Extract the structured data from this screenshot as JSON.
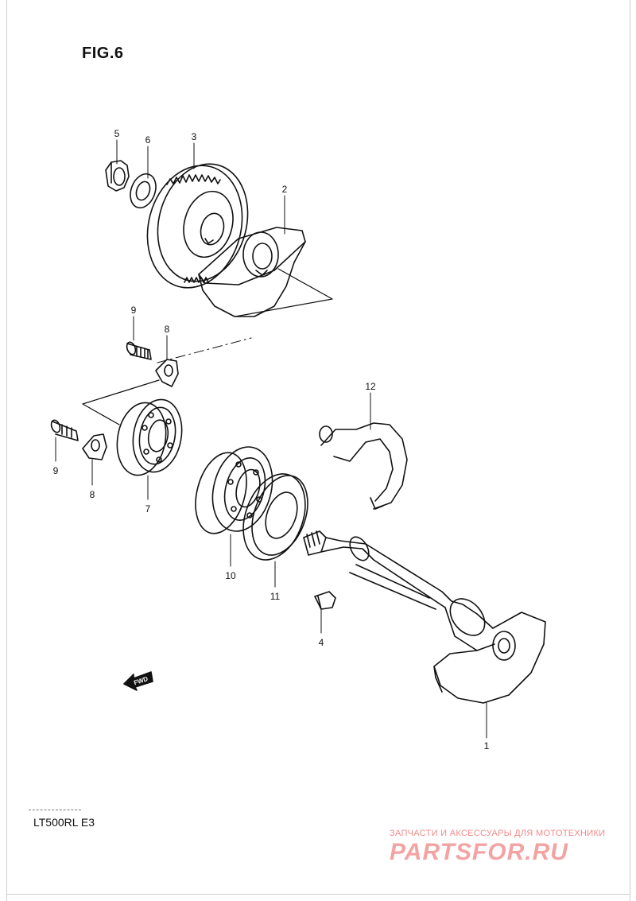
{
  "figure": {
    "title": "FIG.6",
    "model_code": "LT500RL  E3",
    "direction_label": "FWD"
  },
  "callouts": {
    "p1": "1",
    "p2": "2",
    "p3": "3",
    "p4": "4",
    "p5": "5",
    "p6": "6",
    "p7": "7",
    "p8a": "8",
    "p8b": "8",
    "p9a": "9",
    "p9b": "9",
    "p10": "10",
    "p11": "11",
    "p12": "12"
  },
  "watermark": {
    "tagline": "ЗАПЧАСТИ И АКСЕССУАРЫ ДЛЯ МОТОТЕХНИКИ",
    "brand": "PARTSFOR.RU",
    "color": "#f28a8a"
  }
}
